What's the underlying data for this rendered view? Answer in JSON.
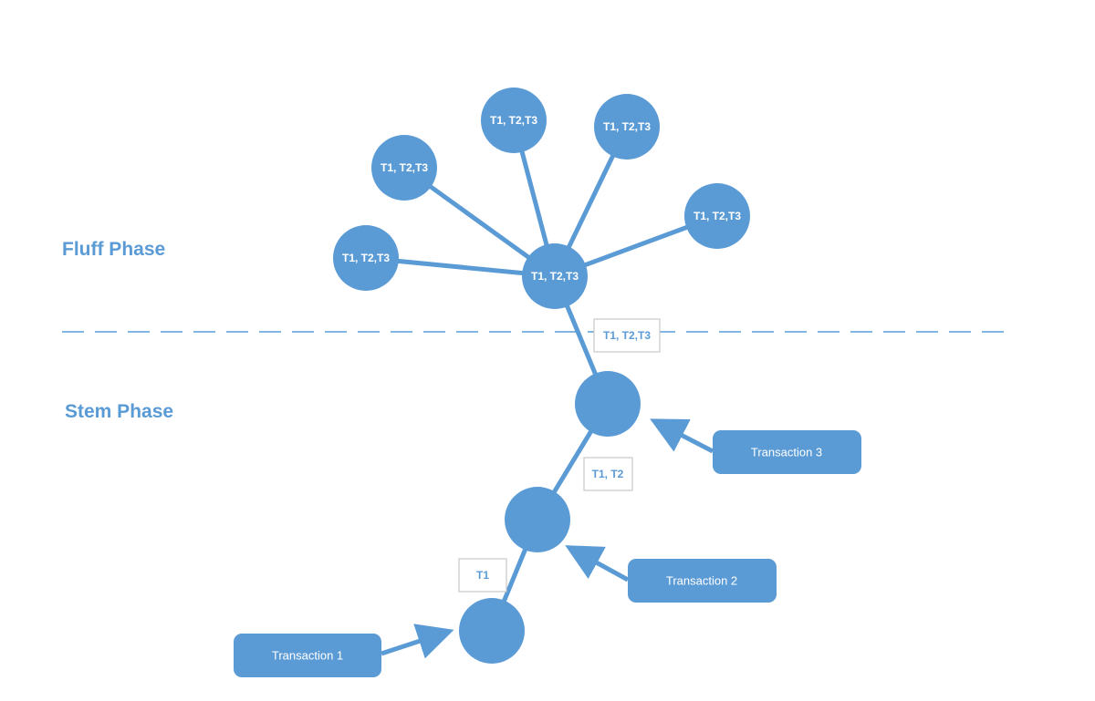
{
  "phases": {
    "fluff": "Fluff Phase",
    "stem": "Stem Phase"
  },
  "fluff_nodes": [
    {
      "label": "T1, T2,T3"
    },
    {
      "label": "T1, T2,T3"
    },
    {
      "label": "T1, T2,T3"
    },
    {
      "label": "T1, T2,T3"
    },
    {
      "label": "T1, T2,T3"
    }
  ],
  "hub_node": {
    "label": "T1, T2,T3"
  },
  "stem_labels": {
    "top": "T1, T2,T3",
    "middle": "T1, T2",
    "bottom": "T1"
  },
  "transactions": {
    "t1": "Transaction 1",
    "t2": "Transaction 2",
    "t3": "Transaction 3"
  },
  "colors": {
    "node": "#5b9bd5",
    "label_border": "#c8c8c8"
  }
}
